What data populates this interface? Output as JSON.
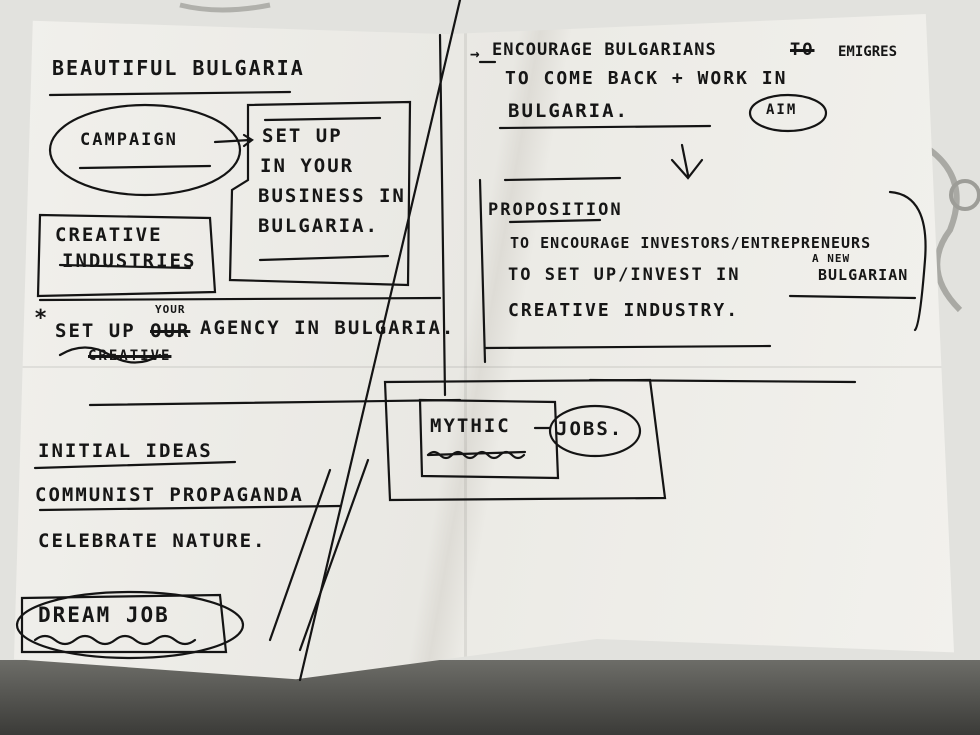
{
  "sketch": {
    "left_page": {
      "title": "BEAUTIFUL BULGARIA",
      "campaign": "CAMPAIGN",
      "setup_box": [
        "SET UP",
        "IN YOUR",
        "BUSINESS IN",
        "BULGARIA."
      ],
      "creative_box": [
        "CREATIVE",
        "INDUSTRIES"
      ],
      "asterisk": "*",
      "setup_line": "SET UP",
      "setup_line_struck": "OUR",
      "setup_line_inserted": "YOUR",
      "setup_line_rest": "AGENCY IN BULGARIA.",
      "crossed_below": "CREATIVE",
      "initial_ideas": "INITIAL IDEAS",
      "idea_1": "COMMUNIST PROPAGANDA",
      "idea_2": "CELEBRATE NATURE.",
      "dream_job": "DREAM JOB"
    },
    "right_page": {
      "arrow": "→",
      "aim_line_1_a": "ENCOURAGE BULGARIANS",
      "aim_line_1_struck": "TO",
      "aim_line_1_b": "EMIGRES",
      "aim_line_2": "TO COME BACK + WORK IN",
      "aim_line_3": "BULGARIA.",
      "aim": "AIM",
      "proposition": "PROPOSITION",
      "prop_line_1": "TO ENCOURAGE INVESTORS/ENTREPRENEURS",
      "prop_line_2_a": "TO SET UP/INVEST IN",
      "prop_inserted": "A NEW",
      "prop_line_2_b": "BULGARIAN",
      "prop_line_3": "CREATIVE INDUSTRY."
    },
    "center": {
      "mythic": "MYTHIC",
      "jobs": "JOBS."
    }
  }
}
